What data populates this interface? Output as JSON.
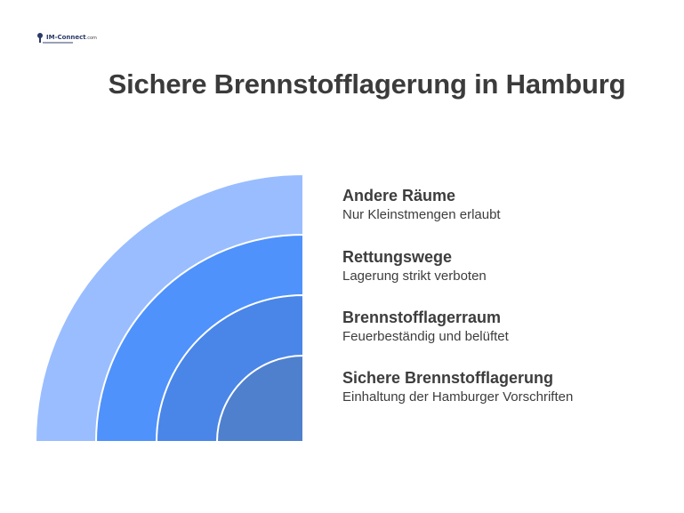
{
  "logo": {
    "name": "IM-Connect",
    "tld": ".com",
    "icon": "logo-mark"
  },
  "title": "Sichere Brennstofflagerung in Hamburg",
  "rings": [
    {
      "title": "Andere Räume",
      "description": "Nur Kleinstmengen erlaubt",
      "color": "#99bdfe"
    },
    {
      "title": "Rettungswege",
      "description": "Lagerung strikt verboten",
      "color": "#4f92fc"
    },
    {
      "title": "Brennstofflagerraum",
      "description": "Feuerbeständig und belüftet",
      "color": "#4a86e8"
    },
    {
      "title": "Sichere Brennstofflagerung",
      "description": "Einhaltung der Hamburger Vorschriften",
      "color": "#4f80cd"
    }
  ]
}
